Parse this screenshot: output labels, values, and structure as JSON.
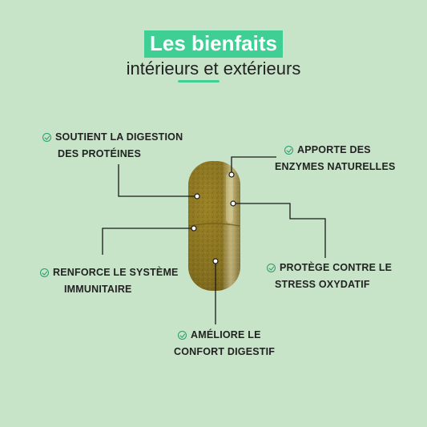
{
  "header": {
    "title": "Les bienfaits",
    "subtitle": "intérieurs et extérieurs"
  },
  "benefits": [
    {
      "line1": "SOUTIENT LA DIGESTION",
      "line2": "DES PROTÉINES"
    },
    {
      "line1": "APPORTE DES",
      "line2": "ENZYMES NATURELLES"
    },
    {
      "line1": "RENFORCE LE SYSTÈME",
      "line2": "IMMUNITAIRE"
    },
    {
      "line1": "PROTÈGE CONTRE LE",
      "line2": "STRESS OXYDATIF"
    },
    {
      "line1": "AMÉLIORE LE",
      "line2": "CONFORT DIGESTIF"
    }
  ],
  "icons": {
    "benefit": "check-circle-icon",
    "product": "capsule-icon"
  },
  "colors": {
    "background": "#c7e3c8",
    "accent": "#3fcf94",
    "text": "#222222",
    "check": "#2a9e6c",
    "capsule": "#8a7320"
  }
}
